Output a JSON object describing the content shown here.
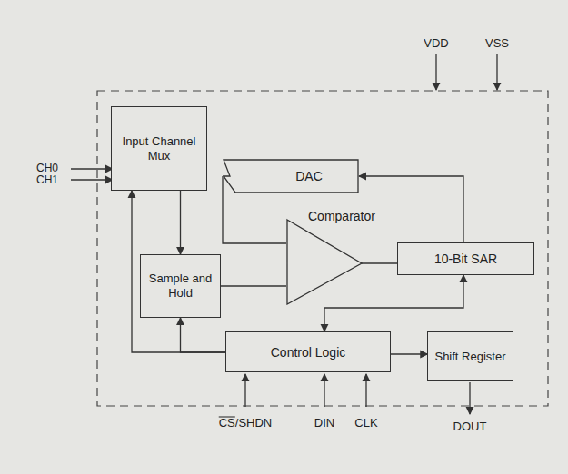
{
  "diagram": {
    "nodes": [
      {
        "text": [
          "Input Channel Mux"
        ]
      },
      {
        "text": [
          "DAC"
        ]
      },
      {
        "text": [
          "Comparator"
        ]
      },
      {
        "text": [
          "Sample and Hold"
        ]
      },
      {
        "text": [
          "10-Bit SAR"
        ]
      },
      {
        "text": [
          "Control Logic"
        ]
      },
      {
        "text": [
          "Shift Register"
        ]
      }
    ],
    "edges": [
      {
        "from": 0,
        "to": 3,
        "arrow": "to"
      },
      {
        "from": 1,
        "to": 2,
        "arrow": "none"
      },
      {
        "from": 3,
        "to": 2,
        "arrow": "none"
      },
      {
        "from": 2,
        "to": 4,
        "arrow": "none"
      },
      {
        "from": 4,
        "to": 1,
        "arrow": "to"
      },
      {
        "from": 5,
        "to": 4,
        "arrow": "both"
      },
      {
        "from": 5,
        "to": 3,
        "arrow": "to"
      },
      {
        "from": 5,
        "to": 0,
        "arrow": "to"
      },
      {
        "from": 5,
        "to": 6,
        "arrow": "to"
      }
    ],
    "labels": [
      "CH0",
      "CH1",
      "VDD",
      "VSS",
      "CS/SHDN",
      "DIN",
      "CLK",
      "DOUT"
    ]
  }
}
